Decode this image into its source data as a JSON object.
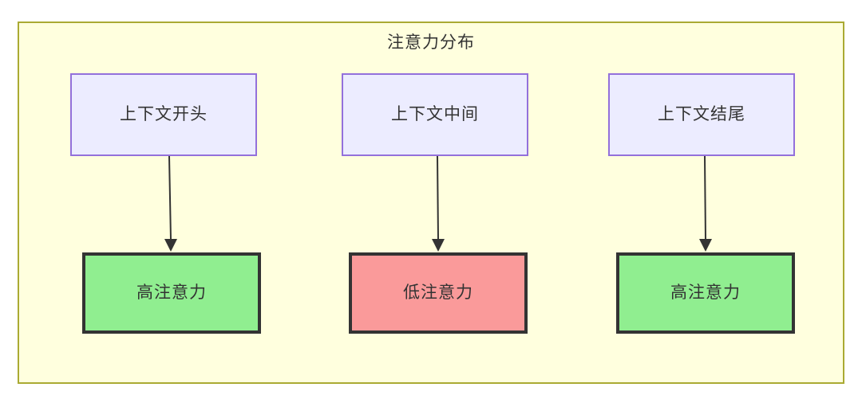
{
  "diagram": {
    "title": "注意力分布",
    "container_fill": "#ffffde",
    "container_border": "#aaaa33",
    "context_nodes": [
      {
        "id": "ctx-start",
        "label": "上下文开头",
        "fill": "#ececff",
        "border": "#9370db"
      },
      {
        "id": "ctx-middle",
        "label": "上下文中间",
        "fill": "#ececff",
        "border": "#9370db"
      },
      {
        "id": "ctx-end",
        "label": "上下文结尾",
        "fill": "#ececff",
        "border": "#9370db"
      }
    ],
    "attention_nodes": [
      {
        "id": "att-high-start",
        "label": "高注意力",
        "level": "high",
        "fill": "#90ee90",
        "border": "#333333"
      },
      {
        "id": "att-low-middle",
        "label": "低注意力",
        "level": "low",
        "fill": "#fa9a9a",
        "border": "#333333"
      },
      {
        "id": "att-high-end",
        "label": "高注意力",
        "level": "high",
        "fill": "#90ee90",
        "border": "#333333"
      }
    ],
    "edges": [
      {
        "from": "ctx-start",
        "to": "att-high-start",
        "label": ""
      },
      {
        "from": "ctx-middle",
        "to": "att-low-middle",
        "label": ""
      },
      {
        "from": "ctx-end",
        "to": "att-high-end",
        "label": ""
      }
    ],
    "edge_color": "#333333",
    "text_color": "#333333"
  }
}
